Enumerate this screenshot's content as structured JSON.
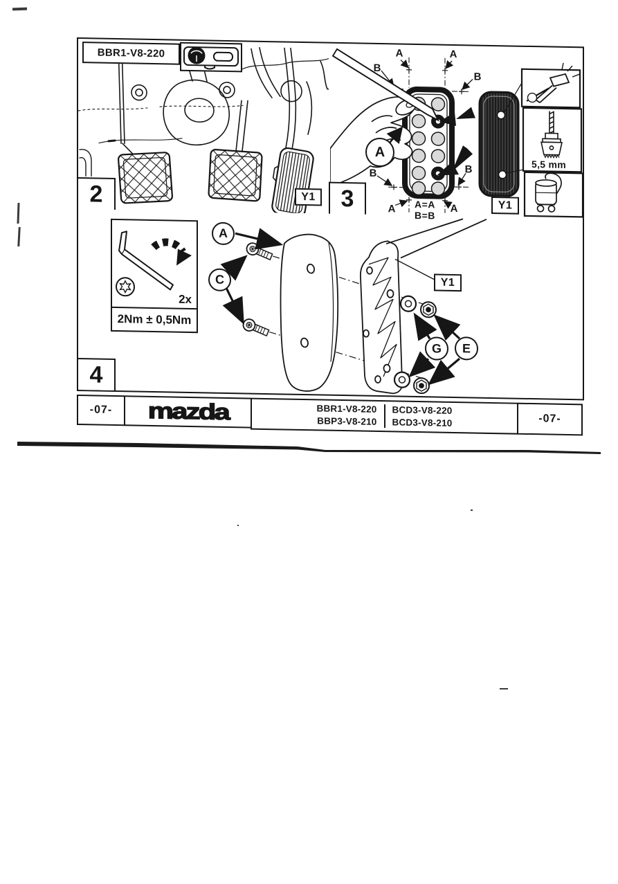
{
  "panel2": {
    "step_number": "2",
    "part_code": "BBR1-V8-220",
    "ref_tag": "Y1"
  },
  "panel3": {
    "step_number": "3",
    "marker_a": "A",
    "marker_b": "B",
    "callout_a": "A",
    "note_line1": "A=A",
    "note_line2": "B=B",
    "drill_size": "5,5 mm",
    "ref_tag": "Y1"
  },
  "panel4": {
    "step_number": "4",
    "quantity": "2x",
    "torque": "2Nm ± 0,5Nm",
    "callout_a": "A",
    "callout_c": "C",
    "callout_g": "G",
    "callout_e": "E",
    "ref_tag": "Y1"
  },
  "footer": {
    "page_code_left": "-07-",
    "brand": "mazda",
    "part_codes_left": [
      "BBR1-V8-220",
      "BBP3-V8-210"
    ],
    "part_codes_right": [
      "BCD3-V8-220",
      "BCD3-V8-210"
    ],
    "page_code_right": "-07-"
  },
  "colors": {
    "ink": "#161616",
    "paper": "#ffffff"
  }
}
